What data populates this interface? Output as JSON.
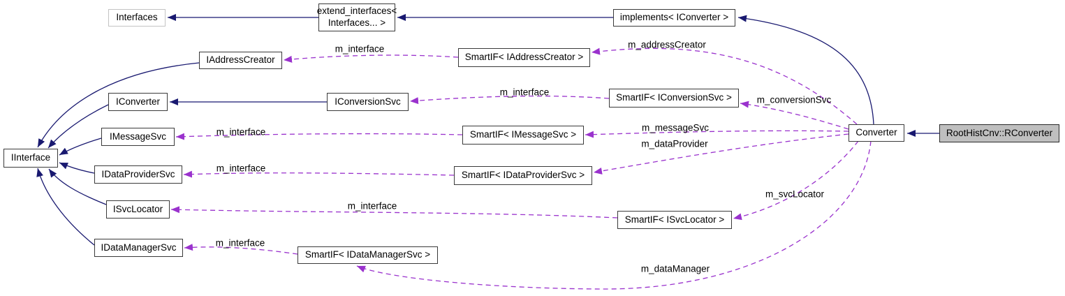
{
  "diagram": {
    "kind": "doxygen-collaboration-graph",
    "colors": {
      "inheritance_color": "#191970",
      "usage_color": "#9a32cd",
      "highlight_fill": "#bfbfbf"
    },
    "nodes": [
      {
        "id": "interfaces",
        "label": "Interfaces"
      },
      {
        "id": "extend-interfaces",
        "label": "extend_interfaces<\nInterfaces... >"
      },
      {
        "id": "implements-iconverter",
        "label": "implements< IConverter >"
      },
      {
        "id": "iaddresscreator",
        "label": "IAddressCreator"
      },
      {
        "id": "smartif-iaddresscreator",
        "label": "SmartIF< IAddressCreator >"
      },
      {
        "id": "iconverter",
        "label": "IConverter"
      },
      {
        "id": "iconversionsvc",
        "label": "IConversionSvc"
      },
      {
        "id": "smartif-iconversionsvc",
        "label": "SmartIF< IConversionSvc >"
      },
      {
        "id": "imessagesvc",
        "label": "IMessageSvc"
      },
      {
        "id": "smartif-imessagesvc",
        "label": "SmartIF< IMessageSvc >"
      },
      {
        "id": "iinterface",
        "label": "IInterface"
      },
      {
        "id": "idataprovidersvc",
        "label": "IDataProviderSvc"
      },
      {
        "id": "smartif-idataprovidersvc",
        "label": "SmartIF< IDataProviderSvc >"
      },
      {
        "id": "isvclocator",
        "label": "ISvcLocator"
      },
      {
        "id": "smartif-isvclocator",
        "label": "SmartIF< ISvcLocator >"
      },
      {
        "id": "idatamanagersvc",
        "label": "IDataManagerSvc"
      },
      {
        "id": "smartif-idatamanagersvc",
        "label": "SmartIF< IDataManagerSvc >"
      },
      {
        "id": "converter",
        "label": "Converter"
      },
      {
        "id": "rconverter",
        "label": "RootHistCnv::RConverter"
      }
    ],
    "edges": [
      {
        "from": "RootHistCnv::RConverter",
        "to": "Converter",
        "type": "inheritance"
      },
      {
        "from": "Converter",
        "to": "implements< IConverter >",
        "type": "inheritance"
      },
      {
        "from": "implements< IConverter >",
        "to": "extend_interfaces< Interfaces... >",
        "type": "inheritance"
      },
      {
        "from": "extend_interfaces< Interfaces... >",
        "to": "Interfaces",
        "type": "inheritance"
      },
      {
        "from": "IConversionSvc",
        "to": "IConverter",
        "type": "inheritance"
      },
      {
        "from": "IConverter",
        "to": "IInterface",
        "type": "inheritance"
      },
      {
        "from": "IAddressCreator",
        "to": "IInterface",
        "type": "inheritance"
      },
      {
        "from": "IMessageSvc",
        "to": "IInterface",
        "type": "inheritance"
      },
      {
        "from": "IDataProviderSvc",
        "to": "IInterface",
        "type": "inheritance"
      },
      {
        "from": "ISvcLocator",
        "to": "IInterface",
        "type": "inheritance"
      },
      {
        "from": "IDataManagerSvc",
        "to": "IInterface",
        "type": "inheritance"
      },
      {
        "from": "SmartIF< IAddressCreator >",
        "to": "IAddressCreator",
        "type": "usage",
        "label": "m_interface"
      },
      {
        "from": "Converter",
        "to": "SmartIF< IAddressCreator >",
        "type": "usage",
        "label": "m_addressCreator"
      },
      {
        "from": "SmartIF< IConversionSvc >",
        "to": "IConversionSvc",
        "type": "usage",
        "label": "m_interface"
      },
      {
        "from": "Converter",
        "to": "SmartIF< IConversionSvc >",
        "type": "usage",
        "label": "m_conversionSvc"
      },
      {
        "from": "SmartIF< IMessageSvc >",
        "to": "IMessageSvc",
        "type": "usage",
        "label": "m_interface"
      },
      {
        "from": "Converter",
        "to": "SmartIF< IMessageSvc >",
        "type": "usage",
        "label": "m_messageSvc"
      },
      {
        "from": "SmartIF< IDataProviderSvc >",
        "to": "IDataProviderSvc",
        "type": "usage",
        "label": "m_interface"
      },
      {
        "from": "Converter",
        "to": "SmartIF< IDataProviderSvc >",
        "type": "usage",
        "label": "m_dataProvider"
      },
      {
        "from": "SmartIF< ISvcLocator >",
        "to": "ISvcLocator",
        "type": "usage",
        "label": "m_interface"
      },
      {
        "from": "Converter",
        "to": "SmartIF< ISvcLocator >",
        "type": "usage",
        "label": "m_svcLocator"
      },
      {
        "from": "SmartIF< IDataManagerSvc >",
        "to": "IDataManagerSvc",
        "type": "usage",
        "label": "m_interface"
      },
      {
        "from": "Converter",
        "to": "SmartIF< IDataManagerSvc >",
        "type": "usage",
        "label": "m_dataManager"
      }
    ]
  }
}
